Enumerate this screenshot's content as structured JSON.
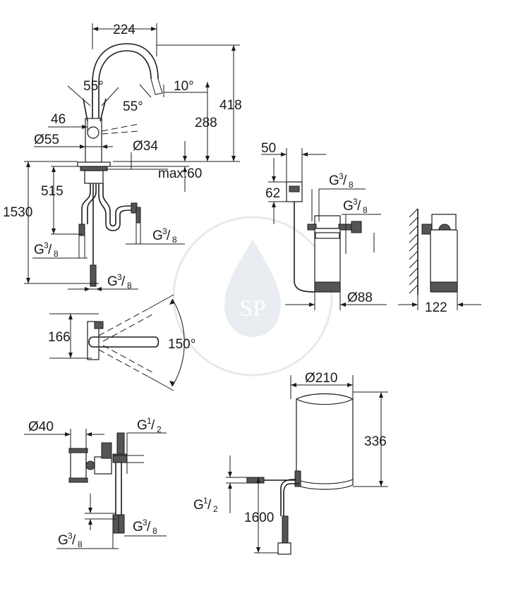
{
  "dimensions": {
    "faucet_width": "224",
    "lever_angle_top": "55°",
    "spout_angle": "10°",
    "lever_angle_side": "55°",
    "total_height": "418",
    "spout_height": "288",
    "lever_offset": "46",
    "base_diameter": "Ø55",
    "hole_diameter": "Ø34",
    "max_thickness": "max.60",
    "supply_length": "515",
    "hose_length": "1530",
    "g38_left": "G",
    "g38_right": "G",
    "g38_bottom": "G",
    "filter_width": "50",
    "filter_head": "62",
    "filter_g38_a": "G",
    "filter_g38_b": "G",
    "filter_diameter": "Ø88",
    "wall_offset": "122",
    "swivel_depth": "166",
    "swivel_angle": "150°",
    "valve_diameter": "Ø40",
    "valve_g12": "G",
    "valve_g38_a": "G",
    "valve_g38_b": "G",
    "boiler_diameter": "Ø210",
    "boiler_height": "336",
    "boiler_hose": "1600",
    "boiler_g12": "G"
  },
  "fractions": {
    "three_eighths_num": "3",
    "three_eighths_den": "8",
    "half_num": "1",
    "half_den": "2"
  },
  "watermark": {
    "letters": "SP"
  }
}
